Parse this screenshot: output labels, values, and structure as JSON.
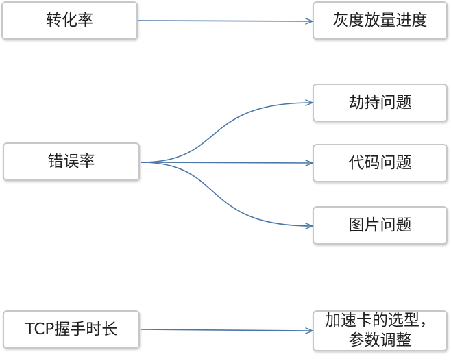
{
  "diagram": {
    "nodes": {
      "conversion_rate": "转化率",
      "gray_release_progress": "灰度放量进度",
      "error_rate": "错误率",
      "hijack_issue": "劫持问题",
      "code_issue": "代码问题",
      "image_issue": "图片问题",
      "tcp_handshake_time": "TCP握手时长",
      "acceleration_card": "加速卡的选型，\n参数调整"
    },
    "edges": [
      {
        "from": "conversion_rate",
        "to": "gray_release_progress"
      },
      {
        "from": "error_rate",
        "to": "hijack_issue"
      },
      {
        "from": "error_rate",
        "to": "code_issue"
      },
      {
        "from": "error_rate",
        "to": "image_issue"
      },
      {
        "from": "tcp_handshake_time",
        "to": "acceleration_card"
      }
    ],
    "edge_color": "#4a76a8",
    "box_border_color": "#c8c8c8"
  }
}
